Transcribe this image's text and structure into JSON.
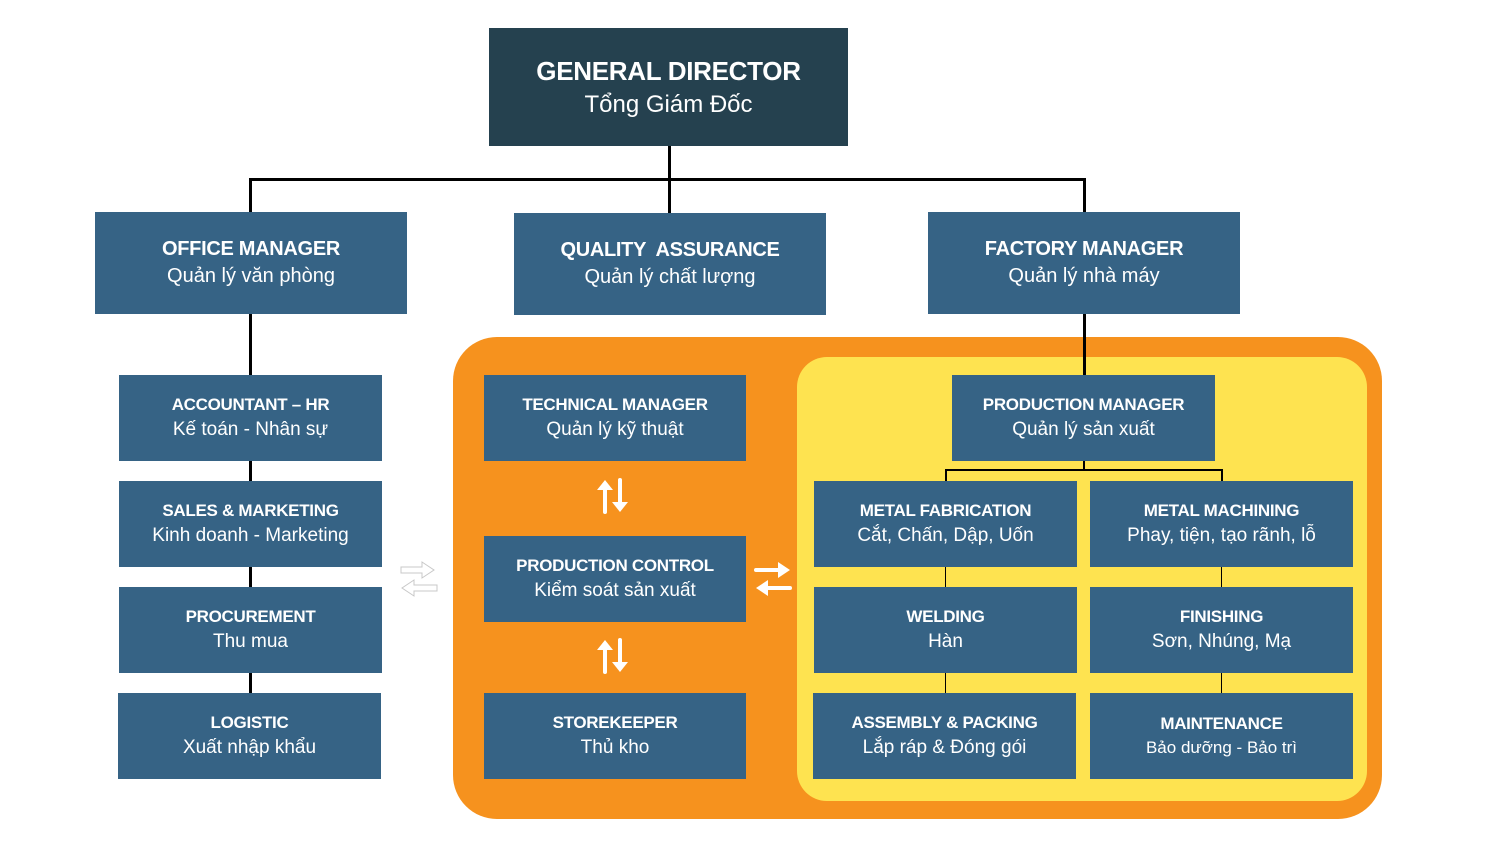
{
  "colors": {
    "top_box": "#25414f",
    "box": "#366385",
    "box_text": "#ffffff",
    "outer_group": "#f6921e",
    "inner_group": "#fee350",
    "connector": "#000000"
  },
  "general_director": {
    "title": "GENERAL DIRECTOR",
    "subtitle": "Tổng Giám Đốc"
  },
  "level2": {
    "office_manager": {
      "title": "OFFICE MANAGER",
      "subtitle": "Quản lý văn phòng"
    },
    "quality_assurance": {
      "title": "QUALITY  ASSURANCE",
      "subtitle": "Quản lý chất lượng"
    },
    "factory_manager": {
      "title": "FACTORY MANAGER",
      "subtitle": "Quản lý nhà máy"
    }
  },
  "office": {
    "accountant_hr": {
      "title": "ACCOUNTANT – HR",
      "subtitle": "Kế toán - Nhân sự"
    },
    "sales_marketing": {
      "title": "SALES & MARKETING",
      "subtitle": "Kinh doanh - Marketing"
    },
    "procurement": {
      "title": "PROCUREMENT",
      "subtitle": "Thu mua"
    },
    "logistic": {
      "title": "LOGISTIC",
      "subtitle": "Xuất nhập khẩu"
    }
  },
  "control": {
    "technical_manager": {
      "title": "TECHNICAL MANAGER",
      "subtitle": "Quản lý kỹ thuật"
    },
    "production_control": {
      "title": "PRODUCTION CONTROL",
      "subtitle": "Kiểm soát sản xuất"
    },
    "storekeeper": {
      "title": "STOREKEEPER",
      "subtitle": "Thủ kho"
    }
  },
  "production": {
    "production_manager": {
      "title": "PRODUCTION MANAGER",
      "subtitle": "Quản lý sản xuất"
    },
    "metal_fabrication": {
      "title": "METAL FABRICATION",
      "subtitle": "Cắt, Chấn, Dập, Uốn"
    },
    "metal_machining": {
      "title": "METAL MACHINING",
      "subtitle": "Phay, tiện, tạo rãnh, lỗ"
    },
    "welding": {
      "title": "WELDING",
      "subtitle": "Hàn"
    },
    "finishing": {
      "title": "FINISHING",
      "subtitle": "Sơn, Nhúng, Mạ"
    },
    "assembly_packing": {
      "title": "ASSEMBLY & PACKING",
      "subtitle": "Lắp ráp & Đóng gói"
    },
    "maintenance": {
      "title": "MAINTENANCE",
      "subtitle": "Bảo dưỡng - Bảo trì"
    }
  },
  "icons": {
    "office_exchange": "exchange-arrows-outline-icon",
    "vertical_exchange": "up-down-arrows-icon",
    "horizontal_exchange": "left-right-arrows-icon"
  }
}
